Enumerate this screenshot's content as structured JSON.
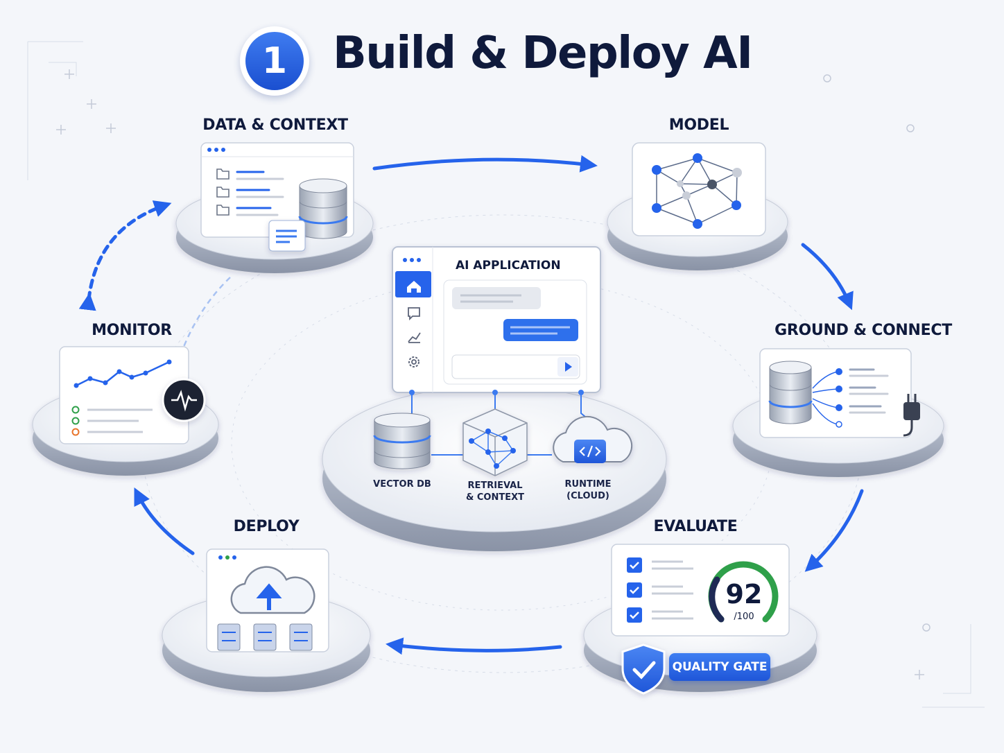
{
  "title": {
    "step_number": "1",
    "text": "Build & Deploy AI"
  },
  "stages": {
    "data_context": "DATA & CONTEXT",
    "model": "MODEL",
    "ground_connect": "GROUND & CONNECT",
    "evaluate": "EVALUATE",
    "deploy": "DEPLOY",
    "monitor": "MONITOR"
  },
  "center": {
    "app_title": "AI APPLICATION",
    "vector_db": "VECTOR DB",
    "retrieval_line1": "RETRIEVAL",
    "retrieval_line2": "& CONTEXT",
    "runtime_line1": "RUNTIME",
    "runtime_line2": "(CLOUD)"
  },
  "evaluate": {
    "score": "92",
    "score_max": "/100",
    "quality_gate": "QUALITY GATE",
    "checked_items": 3
  },
  "colors": {
    "accent": "#2563eb",
    "navy": "#0f1a3c",
    "platform": "#e3e7ef",
    "gauge_green": "#2fa04a"
  },
  "icons": [
    "home-icon",
    "chat-icon",
    "chart-icon",
    "gear-icon",
    "send-icon",
    "database-icon",
    "cube-icon",
    "cloud-code-icon",
    "upload-cloud-icon",
    "pulse-icon",
    "shield-check-icon",
    "plug-icon",
    "folder-icon",
    "neural-network-icon"
  ]
}
